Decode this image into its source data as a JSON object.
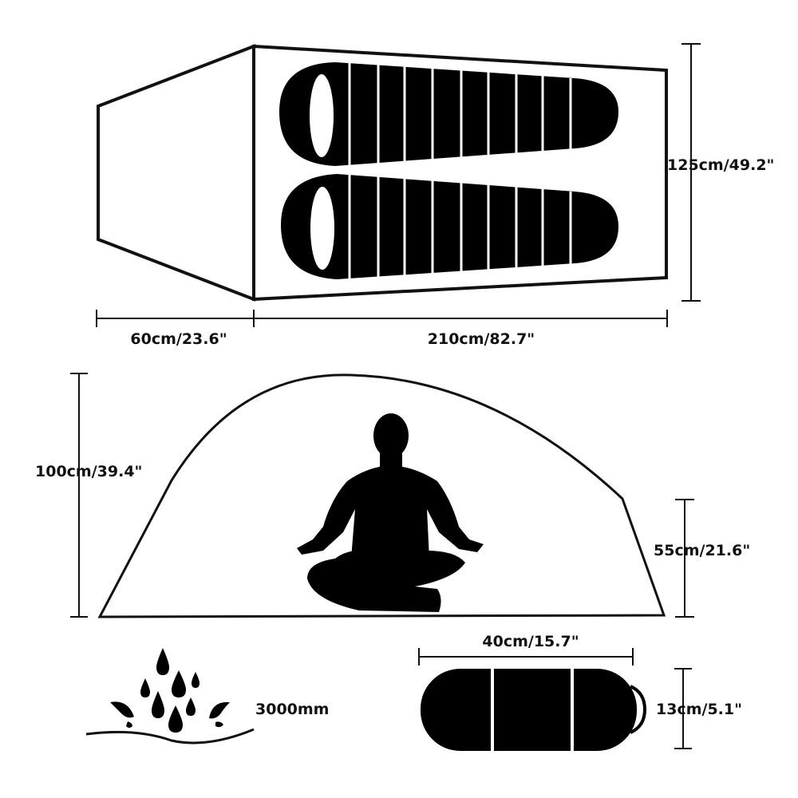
{
  "labels": {
    "floor_width": "125cm/49.2\"",
    "vestibule_length": "60cm/23.6\"",
    "floor_length": "210cm/82.7\"",
    "peak_height": "100cm/39.4\"",
    "end_height": "55cm/21.6\"",
    "packed_length": "40cm/15.7\"",
    "packed_diameter": "13cm/5.1\"",
    "waterproof_rating": "3000mm"
  },
  "colors": {
    "outline": "#111111",
    "fill": "#000000",
    "background": "#ffffff"
  },
  "icons": {
    "sleeping_bags": "sleeping-bag-icon",
    "person": "meditating-person-icon",
    "water": "water-drops-icon",
    "packed_bag": "stuff-sack-icon"
  }
}
